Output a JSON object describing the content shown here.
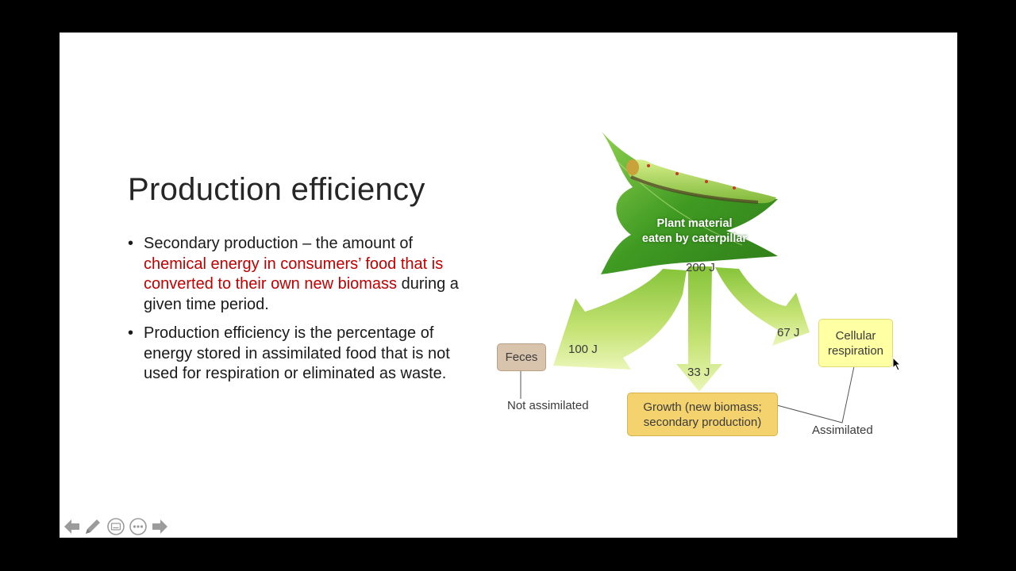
{
  "slide": {
    "title": "Production efficiency",
    "bullets": [
      {
        "before": "Secondary production – the amount of ",
        "highlight": "chemical energy in consumers’ food that is converted to their own new biomass",
        "after": " during a given time period."
      },
      {
        "before": "Production efficiency is the percentage of energy stored in assimilated food that is not used for respiration or eliminated as waste.",
        "highlight": "",
        "after": ""
      }
    ]
  },
  "diagram": {
    "source_label_line1": "Plant material",
    "source_label_line2": "eaten by caterpillar",
    "input_energy": "200 J",
    "feces_energy": "100 J",
    "growth_energy": "33 J",
    "respiration_energy": "67 J",
    "feces_box": "Feces",
    "respiration_box_line1": "Cellular",
    "respiration_box_line2": "respiration",
    "growth_box_line1": "Growth (new biomass;",
    "growth_box_line2": "secondary production)",
    "not_assimilated": "Not assimilated",
    "assimilated": "Assimilated"
  },
  "colors": {
    "highlight_text": "#c00000",
    "feces_box": "#d8c3ad",
    "respiration_box": "#ffffa3",
    "growth_box": "#f4d36e",
    "arrow_green": "#a6d64a",
    "leaf_green": "#3f9a22"
  },
  "controls": [
    "previous-arrow-icon",
    "pen-icon",
    "subtitles-icon",
    "more-options-icon",
    "next-arrow-icon"
  ]
}
